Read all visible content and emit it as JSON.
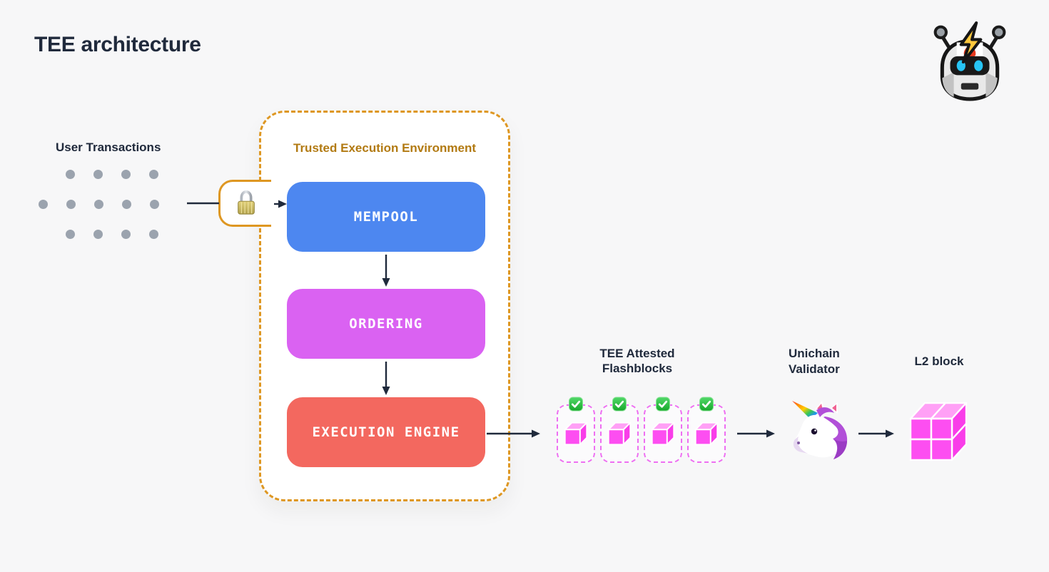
{
  "title": "TEE architecture",
  "colors": {
    "background": "#f7f7f8",
    "text_dark": "#202a3c",
    "tee_border": "#de9722",
    "tee_label_text": "#b27a12",
    "mempool_blue": "#4d87f0",
    "ordering_magenta": "#da62f2",
    "execution_red": "#f3685f",
    "flashblock_pink": "#ee6ff2",
    "cube_front": "#fd4ef1",
    "cube_top": "#ffa0f6",
    "cube_side": "#f93de9",
    "dot_gray": "#9ba3ae",
    "arrow_dark": "#202a3c",
    "check_green": "#22ab32",
    "lock_gold": "#cdbb5f"
  },
  "user_transactions": {
    "label": "User Transactions",
    "dot_rows": [
      4,
      5,
      4
    ]
  },
  "tee": {
    "label": "Trusted Execution Environment",
    "stages": [
      {
        "id": "mempool",
        "label": "MEMPOOL"
      },
      {
        "id": "ordering",
        "label": "ORDERING"
      },
      {
        "id": "execution-engine",
        "label": "EXECUTION ENGINE"
      }
    ]
  },
  "flashblocks": {
    "label_line1": "TEE Attested",
    "label_line2": "Flashblocks",
    "count": 4
  },
  "validator": {
    "label_line1": "Unichain",
    "label_line2": "Validator"
  },
  "l2_block": {
    "label": "L2 block"
  },
  "icons": {
    "robot": "flashbots-robot-icon",
    "lock": "lock-icon",
    "check": "attested-check-icon",
    "unicorn": "unicorn-icon",
    "flashblock_cube": "flashblock-cube-icon",
    "l2_cube": "l2-block-cube-icon"
  }
}
